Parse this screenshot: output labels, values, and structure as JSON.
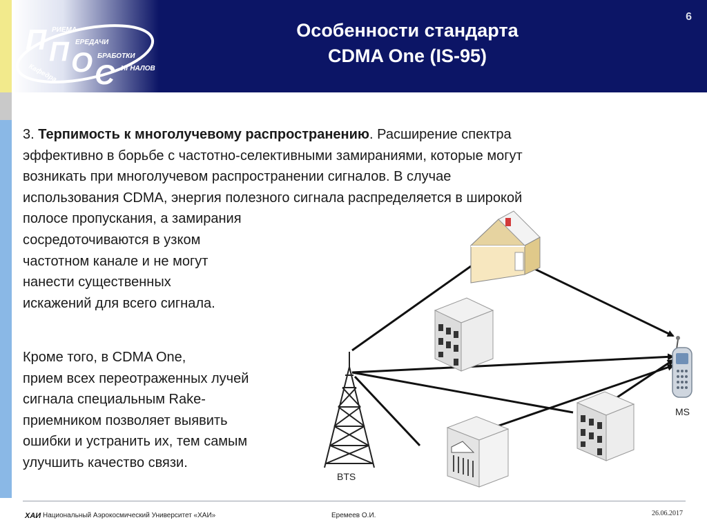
{
  "slide": {
    "number": "6",
    "title_line1": "Особенности стандарта",
    "title_line2": "CDMA One (IS-95)"
  },
  "logo": {
    "big_letters": [
      "П",
      "П",
      "О",
      "С"
    ],
    "words": [
      "РИЕМА",
      "ЕРЕДАЧИ",
      "БРАБОТКИ",
      "ИГНАЛОВ",
      "Кафедра"
    ]
  },
  "content": {
    "item_number": "3.",
    "item_heading": "Терпимость к многолучевому распространению",
    "lines": [
      "Расширение спектра",
      "эффективно в борьбе с частотно-селективными замираниями, которые могут",
      "возникать при многолучевом распространении сигналов. В случае",
      "использования CDMA, энергия полезного сигнала распределяется в широкой",
      "полосе пропускания, а замирания",
      "сосредоточиваются в узком",
      "частотном канале и не могут",
      "нанести существенных",
      "искажений для всего сигнала."
    ],
    "para2_lines": [
      "Кроме того, в CDMA One,",
      "прием всех переотраженных лучей",
      "сигнала специальным Rake-",
      "приемником позволяет выявить",
      "ошибки и устранить их, тем самым",
      "улучшить качество связи."
    ]
  },
  "diagram": {
    "bts_label": "BTS",
    "ms_label": "MS"
  },
  "footer": {
    "logo_text": "ХАИ",
    "university": "Национальный Аэрокосмический Университет «ХАИ»",
    "author": "Еремеев О.И.",
    "date": "26.06.2017"
  },
  "colors": {
    "header": "#0c1566",
    "left_bar_top": "#f2ea8c",
    "left_bar_bottom": "#8ab8e6"
  }
}
